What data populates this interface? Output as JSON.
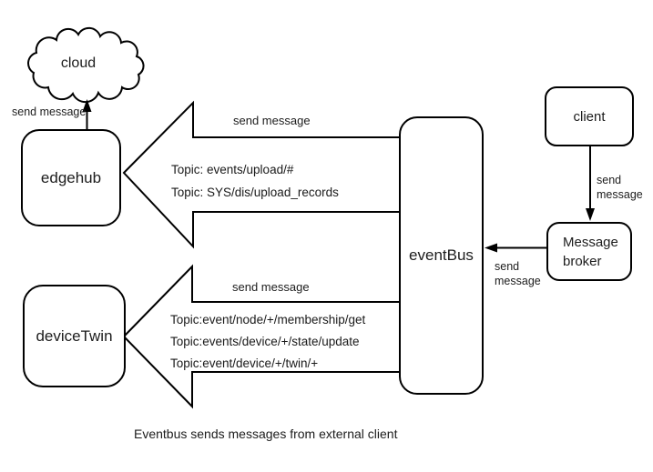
{
  "diagram": {
    "caption": "Eventbus sends messages from external client",
    "nodes": {
      "cloud": {
        "label": "cloud"
      },
      "edgehub": {
        "label": "edgehub"
      },
      "devicetwin": {
        "label": "deviceTwin"
      },
      "eventbus": {
        "label": "eventBus"
      },
      "client": {
        "label": "client"
      },
      "broker": {
        "line1": "Message",
        "line2": "broker"
      }
    },
    "edges": {
      "edgehub_to_cloud": {
        "label": "send message"
      },
      "client_to_broker": {
        "line1": "send",
        "line2": "message"
      },
      "broker_to_eventbus": {
        "line1": "send",
        "line2": "message"
      },
      "eventbus_to_edgehub": {
        "label": "send message",
        "topics": [
          "Topic: events/upload/#",
          "Topic: SYS/dis/upload_records"
        ]
      },
      "eventbus_to_devicetwin": {
        "label": "send message",
        "topics": [
          "Topic:event/node/+/membership/get",
          "Topic:events/device/+/state/update",
          "Topic:event/device/+/twin/+"
        ]
      }
    },
    "colors": {
      "stroke": "#000000",
      "text": "#1c1c1c",
      "background": "#ffffff"
    }
  }
}
